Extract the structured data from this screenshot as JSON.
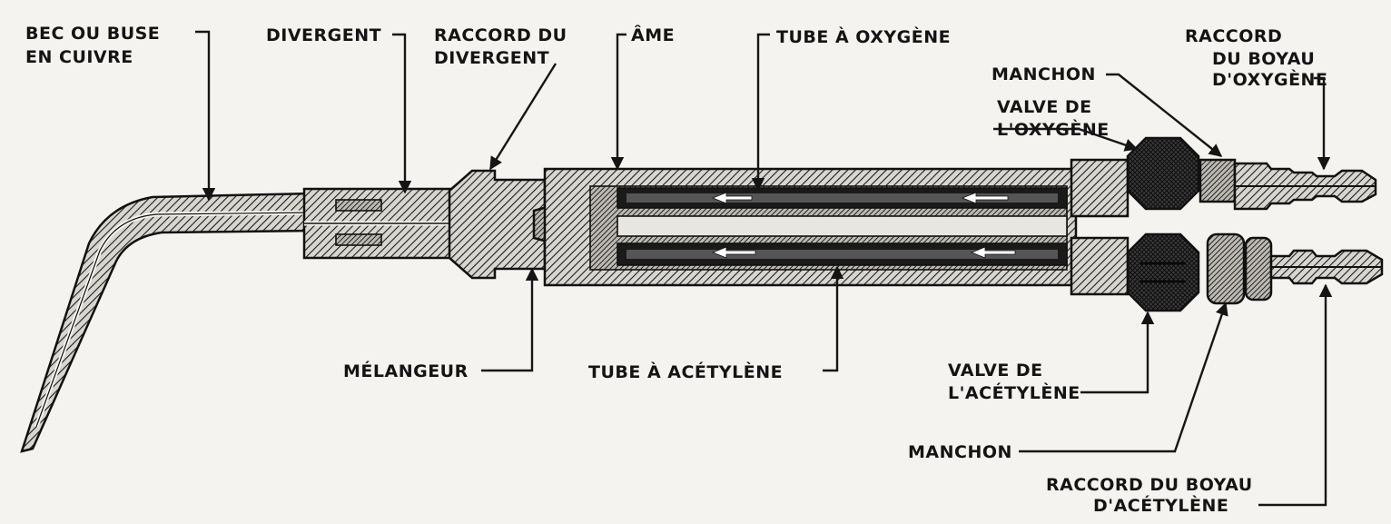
{
  "labels": {
    "bec_1": "BEC OU BUSE",
    "bec_2": "EN CUIVRE",
    "divergent": "DIVERGENT",
    "raccord_divergent_1": "RACCORD DU",
    "raccord_divergent_2": "DIVERGENT",
    "ame": "ÂME",
    "tube_oxygene": "TUBE À OXYGÈNE",
    "raccord_boyau_oxygene_1": "RACCORD",
    "raccord_boyau_oxygene_2": "DU BOYAU",
    "raccord_boyau_oxygene_3": "D'OXYGÈNE",
    "manchon_top": "MANCHON",
    "valve_oxygene_1": "VALVE DE",
    "valve_oxygene_2": "L'OXYGÈNE",
    "melangeur": "MÉLANGEUR",
    "tube_acetylene": "TUBE À ACÉTYLÈNE",
    "valve_acetylene_1": "VALVE DE",
    "valve_acetylene_2": "L'ACÉTYLÈNE",
    "manchon_bottom": "MANCHON",
    "raccord_boyau_acetylene_1": "RACCORD DU BOYAU",
    "raccord_boyau_acetylene_2": "D'ACÉTYLÈNE"
  },
  "colors": {
    "ink": "#141414",
    "paper": "#f4f3f0",
    "hatch": "#2a2a2a",
    "flow_arrow": "#ffffff"
  }
}
